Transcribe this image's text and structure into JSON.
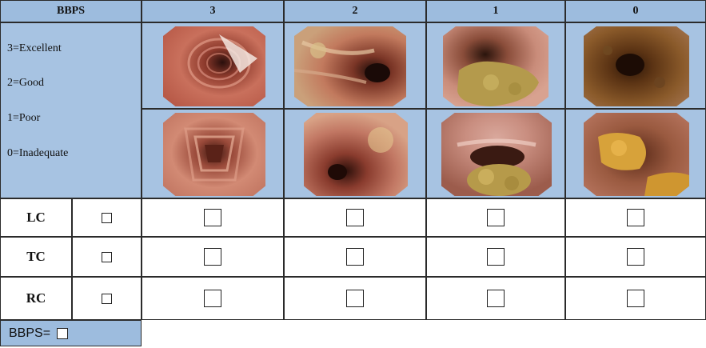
{
  "header": {
    "title": "BBPS",
    "scores": [
      "3",
      "2",
      "1",
      "0"
    ]
  },
  "legend": [
    "3=Excellent",
    "2=Good",
    "1=Poor",
    "0=Inadequate"
  ],
  "segments": [
    {
      "label": "LC"
    },
    {
      "label": "TC"
    },
    {
      "label": "RC"
    }
  ],
  "total": {
    "label": "BBPS="
  },
  "colors": {
    "header_blue": "#9dbcde",
    "cell_blue": "#a7c3e2"
  }
}
